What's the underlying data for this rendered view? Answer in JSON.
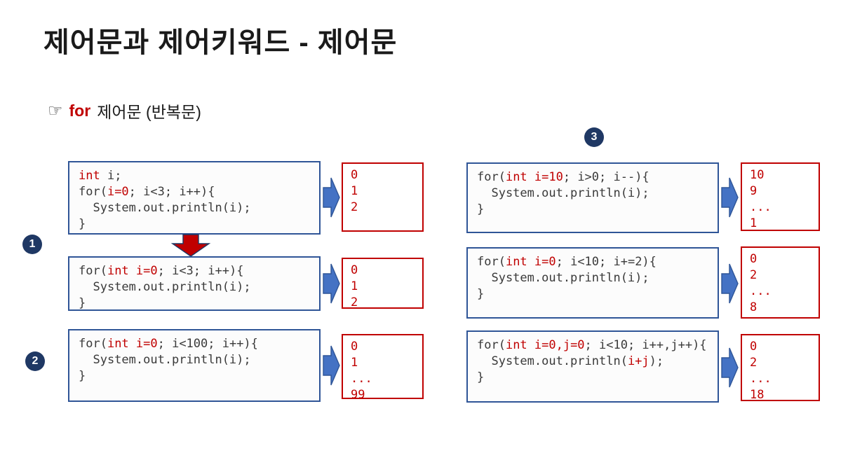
{
  "slide": {
    "title": "제어문과 제어키워드 - 제어문",
    "subtitle": {
      "pointer": "☞",
      "keyword": "for",
      "rest": "제어문 (반복문)"
    }
  },
  "badges": {
    "one": "1",
    "two": "2",
    "three": "3"
  },
  "colors": {
    "keyword_red": "#C00000",
    "output_red": "#C00000",
    "code_text": "#3A3A3A",
    "code_border_blue": "#2F5597",
    "arrow_fill_blue": "#4472C4",
    "arrow_down_fill_red": "#C00000",
    "badge_navy": "#1F3864",
    "title_text": "#1a1a1a"
  },
  "left_column": {
    "boxes": [
      {
        "code": [
          [
            [
              "kw",
              "int"
            ],
            [
              "pl",
              " i;"
            ]
          ],
          [
            [
              "pl",
              "for("
            ],
            [
              "kw",
              "i=0"
            ],
            [
              "pl",
              "; i<3; i++){"
            ]
          ],
          [
            [
              "pl",
              "  System.out.println(i);"
            ]
          ],
          [
            [
              "pl",
              "}"
            ]
          ]
        ],
        "output": [
          "0",
          "1",
          "2"
        ]
      },
      {
        "code": [
          [
            [
              "pl",
              "for("
            ],
            [
              "kw",
              "int i=0"
            ],
            [
              "pl",
              "; i<3; i++){"
            ]
          ],
          [
            [
              "pl",
              "  System.out.println(i);"
            ]
          ],
          [
            [
              "pl",
              "}"
            ]
          ]
        ],
        "output": [
          "0",
          "1",
          "2"
        ]
      },
      {
        "code": [
          [
            [
              "pl",
              "for("
            ],
            [
              "kw",
              "int i=0"
            ],
            [
              "pl",
              "; i<100; i++){"
            ]
          ],
          [
            [
              "pl",
              "  System.out.println(i);"
            ]
          ],
          [
            [
              "pl",
              "}"
            ]
          ]
        ],
        "output": [
          "0",
          "1",
          "...",
          "99"
        ]
      }
    ]
  },
  "right_column": {
    "boxes": [
      {
        "code": [
          [
            [
              "pl",
              "for("
            ],
            [
              "kw",
              "int i=10"
            ],
            [
              "pl",
              "; i>0; i--){"
            ]
          ],
          [
            [
              "pl",
              "  System.out.println(i);"
            ]
          ],
          [
            [
              "pl",
              "}"
            ]
          ]
        ],
        "output": [
          "10",
          "9",
          "...",
          "1"
        ]
      },
      {
        "code": [
          [
            [
              "pl",
              "for("
            ],
            [
              "kw",
              "int i=0"
            ],
            [
              "pl",
              "; i<10; i+=2){"
            ]
          ],
          [
            [
              "pl",
              "  System.out.println(i);"
            ]
          ],
          [
            [
              "pl",
              "}"
            ]
          ]
        ],
        "output": [
          "0",
          "2",
          "...",
          "8"
        ]
      },
      {
        "code": [
          [
            [
              "pl",
              "for("
            ],
            [
              "kw",
              "int i=0,j=0"
            ],
            [
              "pl",
              "; i<10; i++,j++){"
            ]
          ],
          [
            [
              "pl",
              "  System.out.println("
            ],
            [
              "kw",
              "i+j"
            ],
            [
              "pl",
              ");"
            ]
          ],
          [
            [
              "pl",
              "}"
            ]
          ]
        ],
        "output": [
          "0",
          "2",
          "...",
          "18"
        ]
      }
    ]
  }
}
